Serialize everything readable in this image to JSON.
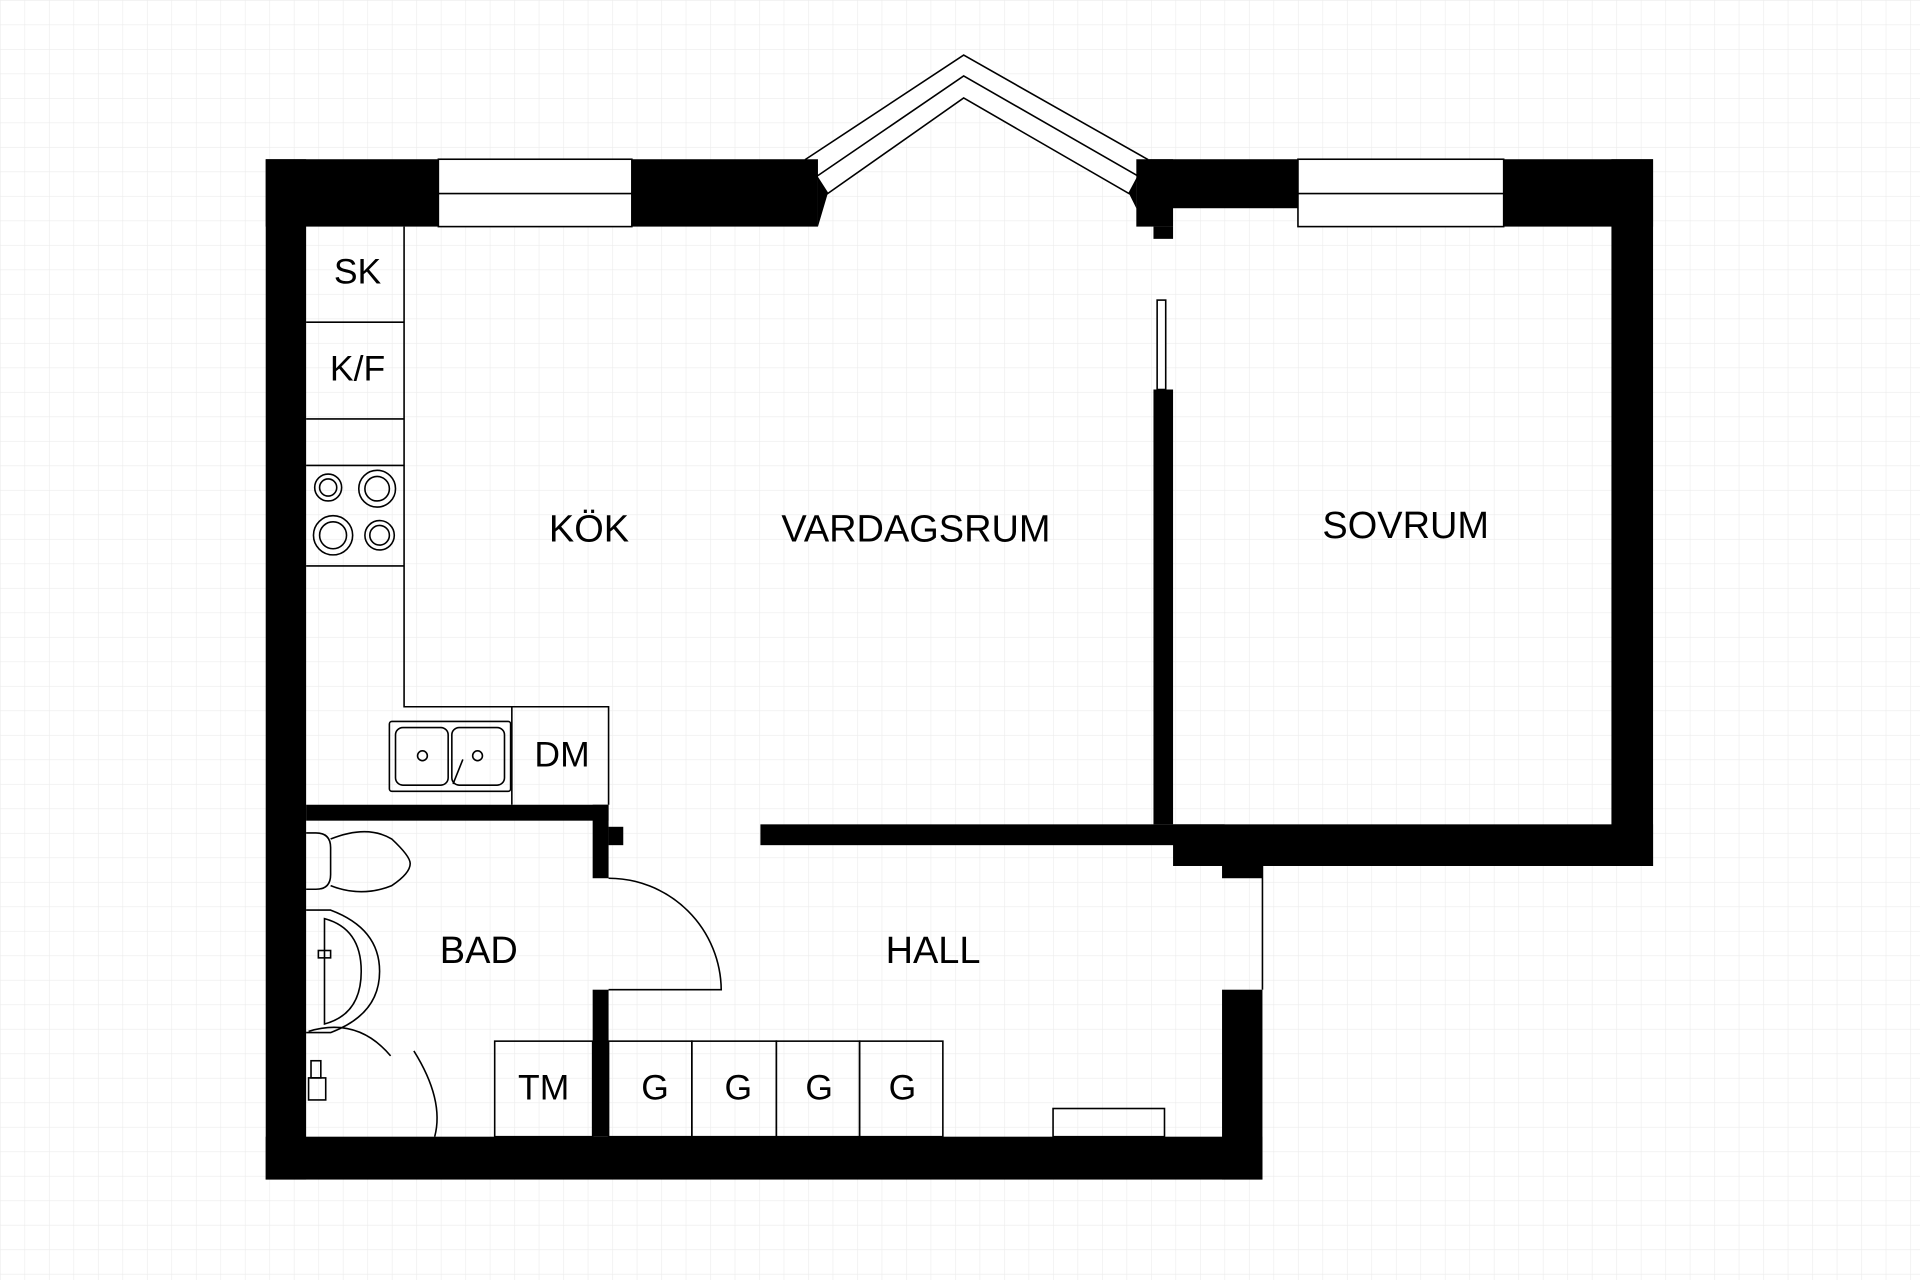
{
  "rooms": {
    "kitchen": "KÖK",
    "living_room": "VARDAGSRUM",
    "bedroom": "SOVRUM",
    "bathroom": "BAD",
    "hall": "HALL"
  },
  "fixtures": {
    "pantry": "SK",
    "fridge_freezer": "K/F",
    "dishwasher": "DM",
    "washing_machine": "TM",
    "wardrobes": [
      "G",
      "G",
      "G",
      "G"
    ]
  },
  "colors": {
    "wall": "#000000",
    "background": "#ffffff",
    "grid": "#eeeeee"
  }
}
